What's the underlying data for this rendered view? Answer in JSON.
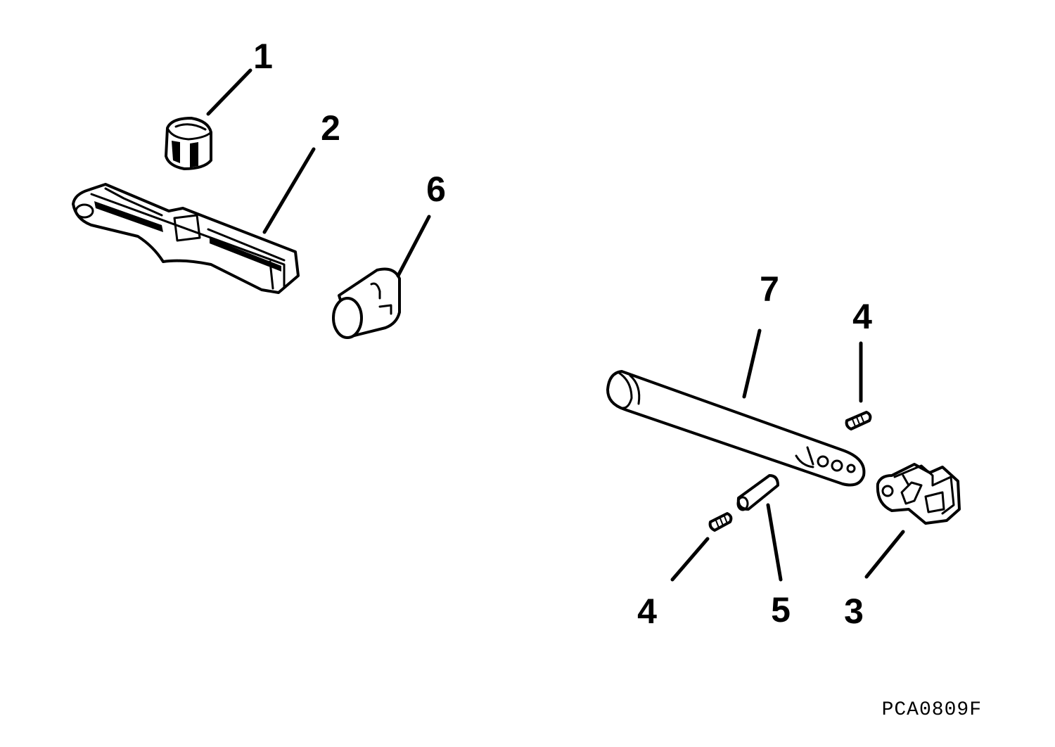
{
  "diagram": {
    "callouts": [
      {
        "id": "c1",
        "label": "1"
      },
      {
        "id": "c2",
        "label": "2"
      },
      {
        "id": "c6",
        "label": "6"
      },
      {
        "id": "c7",
        "label": "7"
      },
      {
        "id": "c4a",
        "label": "4"
      },
      {
        "id": "c4b",
        "label": "4"
      },
      {
        "id": "c5",
        "label": "5"
      },
      {
        "id": "c3",
        "label": "3"
      }
    ],
    "figure_code": "PCA0809F"
  }
}
